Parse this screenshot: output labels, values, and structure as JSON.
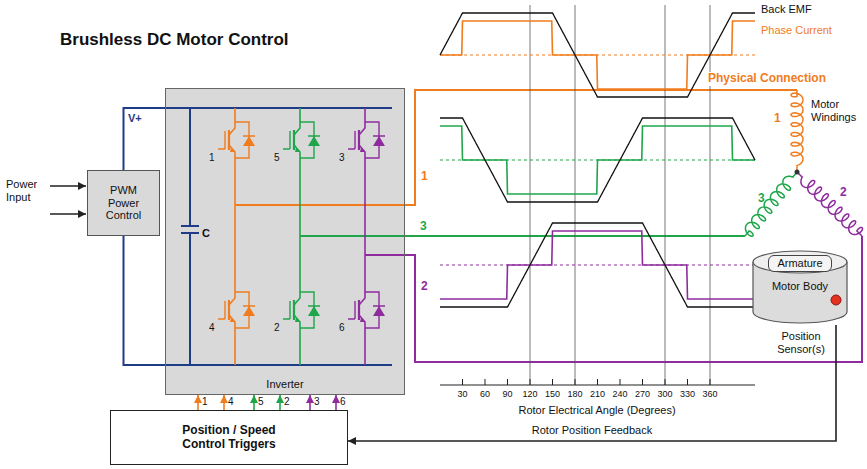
{
  "diagram": {
    "title": "Brushless DC Motor Control",
    "nodes": [
      {
        "text": [
          "PWM Power Control"
        ]
      },
      {
        "text": [
          "Inverter"
        ]
      },
      {
        "text": [
          "Motor Body"
        ]
      },
      {
        "text": [
          "Armature"
        ],
        "in": 2
      },
      {
        "text": [
          "Position / Speed Control Triggers"
        ]
      }
    ],
    "edges": [
      {
        "from": 0,
        "to": 1,
        "arrow": "none"
      },
      {
        "from": 0,
        "to": 1,
        "arrow": "none"
      },
      {
        "from": 4,
        "to": 1,
        "label": "1",
        "arrow": "to"
      },
      {
        "from": 4,
        "to": 1,
        "label": "4",
        "arrow": "to"
      },
      {
        "from": 4,
        "to": 1,
        "label": "5",
        "arrow": "to"
      },
      {
        "from": 4,
        "to": 1,
        "label": "2",
        "arrow": "to"
      },
      {
        "from": 4,
        "to": 1,
        "label": "3",
        "arrow": "to"
      },
      {
        "from": 4,
        "to": 1,
        "label": "6",
        "arrow": "to"
      },
      {
        "from": 2,
        "to": 4,
        "label": "Rotor Position Feedback",
        "arrow": "to"
      }
    ],
    "labels": [
      "V+",
      "Power Input",
      "C",
      "1",
      "5",
      "3",
      "4",
      "2",
      "6",
      "1",
      "3",
      "2",
      "Back EMF",
      "Phase Current",
      "Physical Connection",
      "1",
      "3",
      "2",
      "Motor Windings",
      "Position Sensor(s)",
      "30",
      "60",
      "90",
      "120",
      "150",
      "180",
      "210",
      "240",
      "270",
      "300",
      "330",
      "360",
      "Rotor Electrical Angle (Degrees)"
    ]
  }
}
